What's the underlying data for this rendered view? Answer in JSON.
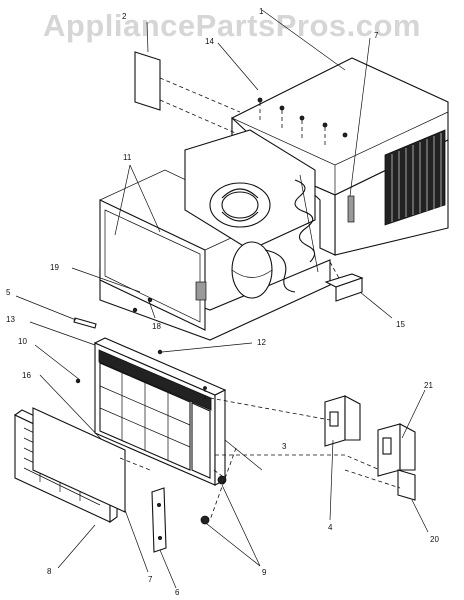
{
  "watermark": "AppliancePartsPros.com",
  "callouts": {
    "c1": "1",
    "c2": "2",
    "c3": "3",
    "c4": "4",
    "c5": "5",
    "c6": "6",
    "c7a": "7",
    "c7b": "7",
    "c8": "8",
    "c9": "9",
    "c10": "10",
    "c11": "11",
    "c12": "12",
    "c13": "13",
    "c14": "14",
    "c15": "15",
    "c16": "16",
    "c18": "18",
    "c19": "19",
    "c20": "20",
    "c21": "21"
  }
}
